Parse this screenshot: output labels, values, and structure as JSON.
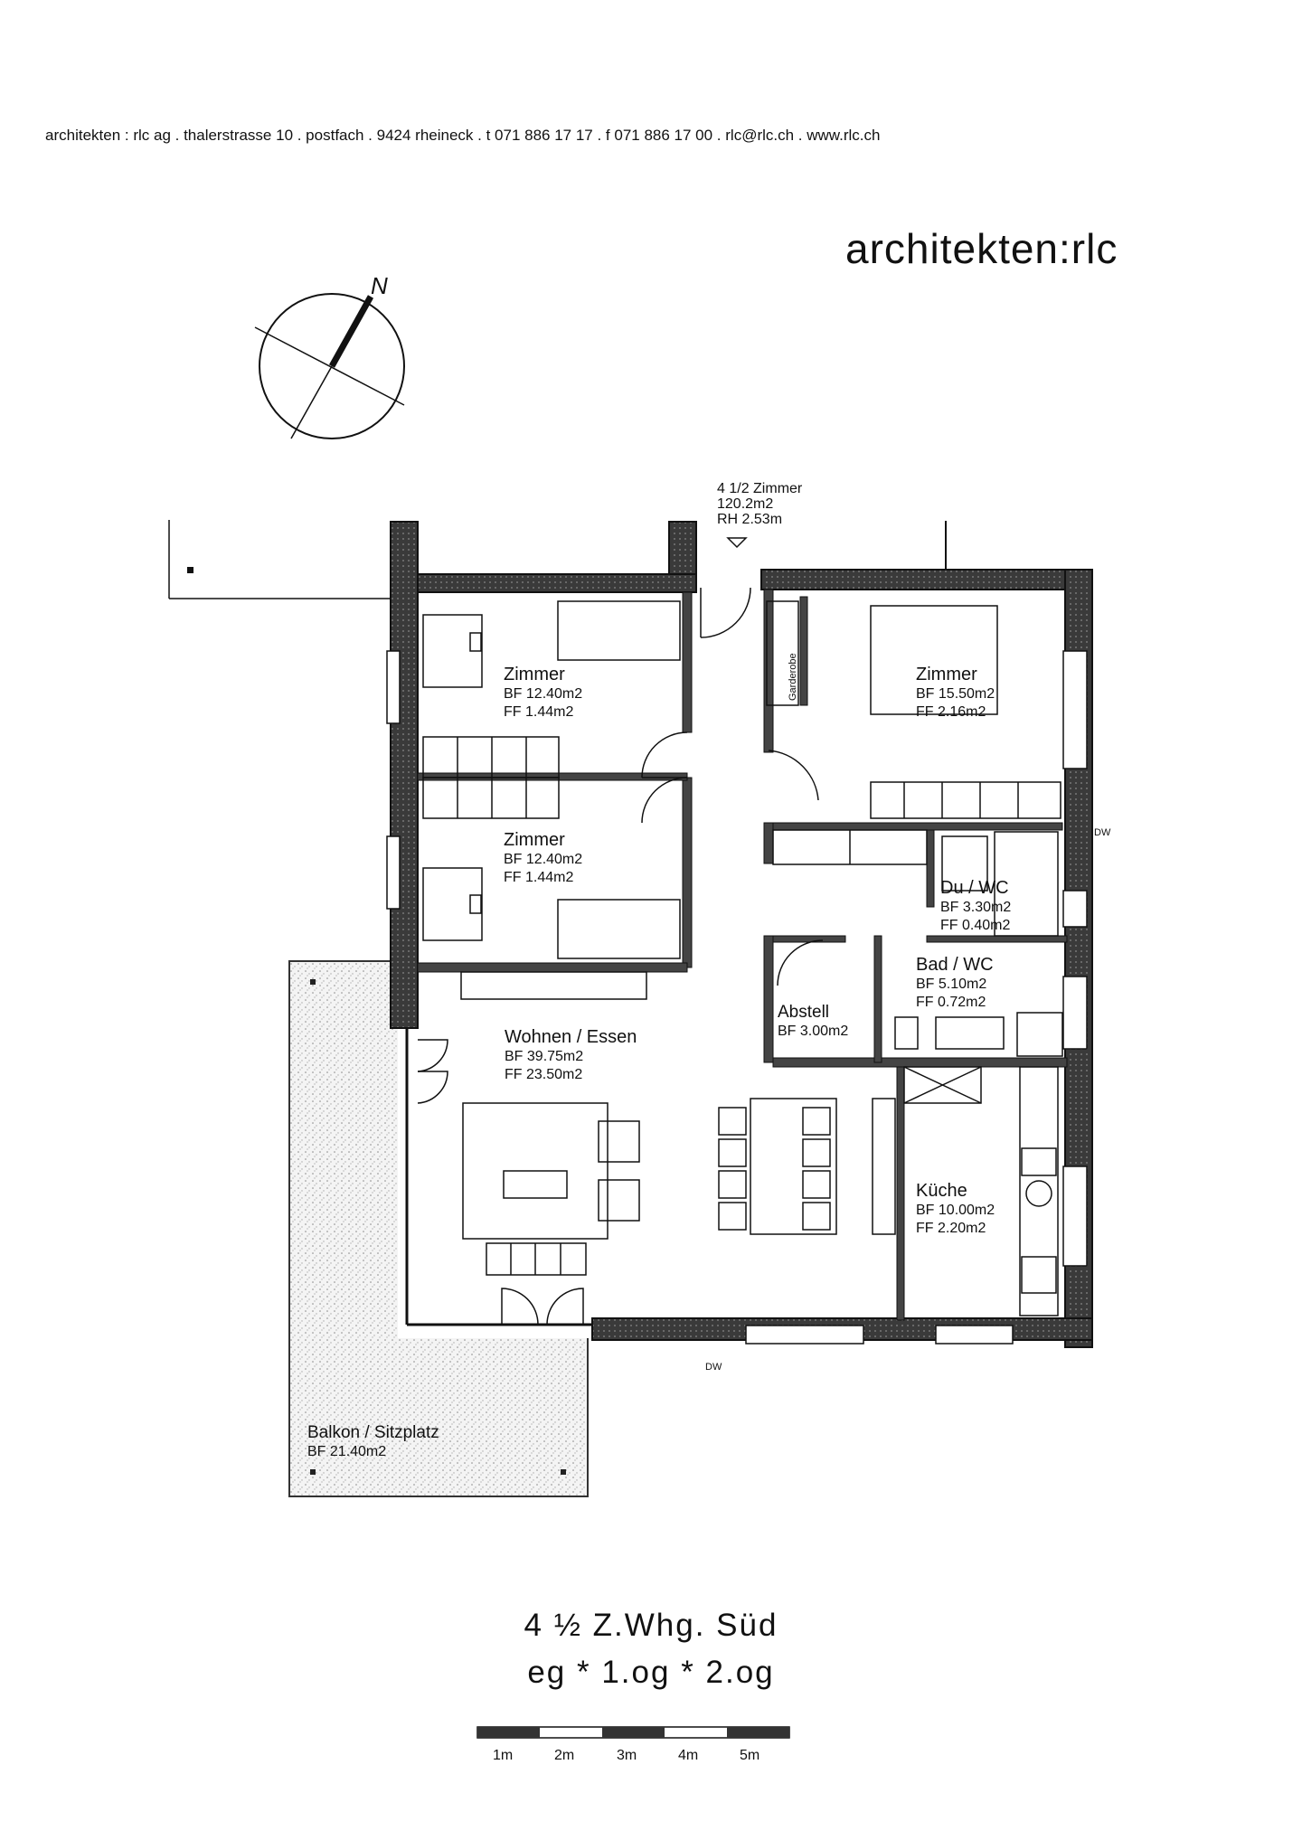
{
  "header": {
    "contact": "architekten : rlc ag . thalerstrasse 10 . postfach . 9424 rheineck . t 071 886 17 17 . f  071 886 17 00 .  rlc@rlc.ch . www.rlc.ch",
    "logo": "architekten:rlc"
  },
  "compass": {
    "label": "N"
  },
  "unit": {
    "line1": "4 1/2 Zimmer",
    "line2": "120.2m2",
    "line3": "RH 2.53m"
  },
  "rooms": {
    "zimmer1": {
      "name": "Zimmer",
      "bf": "BF  12.40m2",
      "ff": "FF     1.44m2"
    },
    "zimmer2": {
      "name": "Zimmer",
      "bf": "BF  12.40m2",
      "ff": "FF     1.44m2"
    },
    "zimmer3": {
      "name": "Zimmer",
      "bf": "BF  15.50m2",
      "ff": "FF    2.16m2"
    },
    "garderobe": {
      "name": "Garderobe"
    },
    "duwc": {
      "name": "Du / WC",
      "bf": "BF     3.30m2",
      "ff": "FF     0.40m2"
    },
    "badwc": {
      "name": "Bad / WC",
      "bf": "BF    5.10m2",
      "ff": "FF    0.72m2"
    },
    "abstell": {
      "name": "Abstell",
      "bf": "BF    3.00m2"
    },
    "wohnen": {
      "name": "Wohnen / Essen",
      "bf": "BF 39.75m2",
      "ff": "FF 23.50m2"
    },
    "kueche": {
      "name": "Küche",
      "bf": "BF 10.00m2",
      "ff": "FF    2.20m2"
    },
    "balkon": {
      "name": "Balkon / Sitzplatz",
      "bf": "BF 21.40m2"
    }
  },
  "dw_labels": [
    "DW",
    "DW"
  ],
  "title": {
    "line1": "4 ½ Z.Whg. Süd",
    "line2": "eg * 1.og * 2.og"
  },
  "scale": {
    "labels": [
      "1m",
      "2m",
      "3m",
      "4m",
      "5m"
    ]
  }
}
